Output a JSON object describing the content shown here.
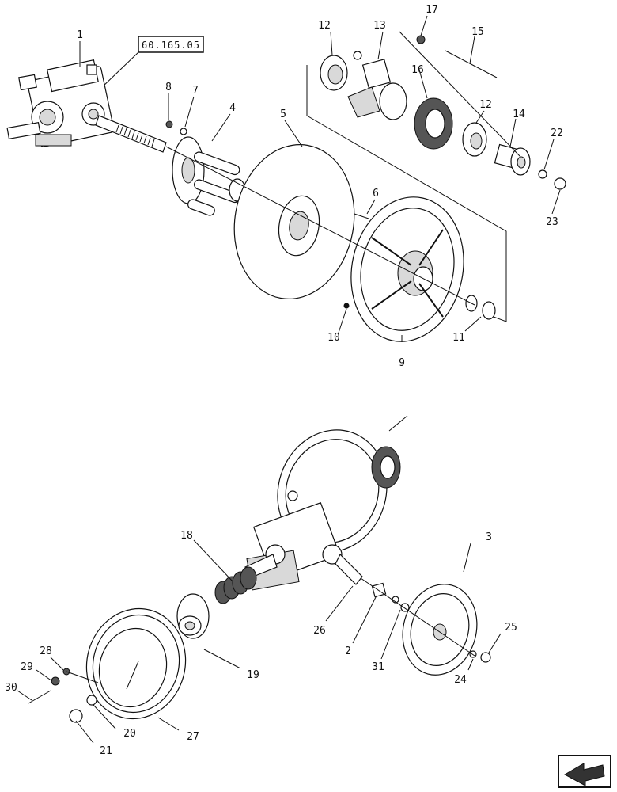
{
  "reference_box": "60.165.05",
  "upper_callouts": [
    "1",
    "4",
    "5",
    "6",
    "7",
    "8",
    "9",
    "10",
    "11",
    "12",
    "13",
    "14",
    "15",
    "16",
    "17",
    "12",
    "22",
    "23"
  ],
  "lower_callouts": [
    "18",
    "3",
    "26",
    "2",
    "31",
    "25",
    "24",
    "19",
    "27",
    "20",
    "21",
    "28",
    "29",
    "30"
  ],
  "labels": {
    "c1": "1",
    "c2": "2",
    "c3": "3",
    "c4": "4",
    "c5": "5",
    "c6": "6",
    "c7": "7",
    "c8": "8",
    "c9": "9",
    "c10": "10",
    "c11": "11",
    "c12a": "12",
    "c12b": "12",
    "c13": "13",
    "c14": "14",
    "c15": "15",
    "c16": "16",
    "c17": "17",
    "c18": "18",
    "c19": "19",
    "c20": "20",
    "c21": "21",
    "c22": "22",
    "c23": "23",
    "c24": "24",
    "c25": "25",
    "c26": "26",
    "c27": "27",
    "c28": "28",
    "c29": "29",
    "c30": "30",
    "c31": "31"
  },
  "nav_icon": "arrow-left-icon"
}
